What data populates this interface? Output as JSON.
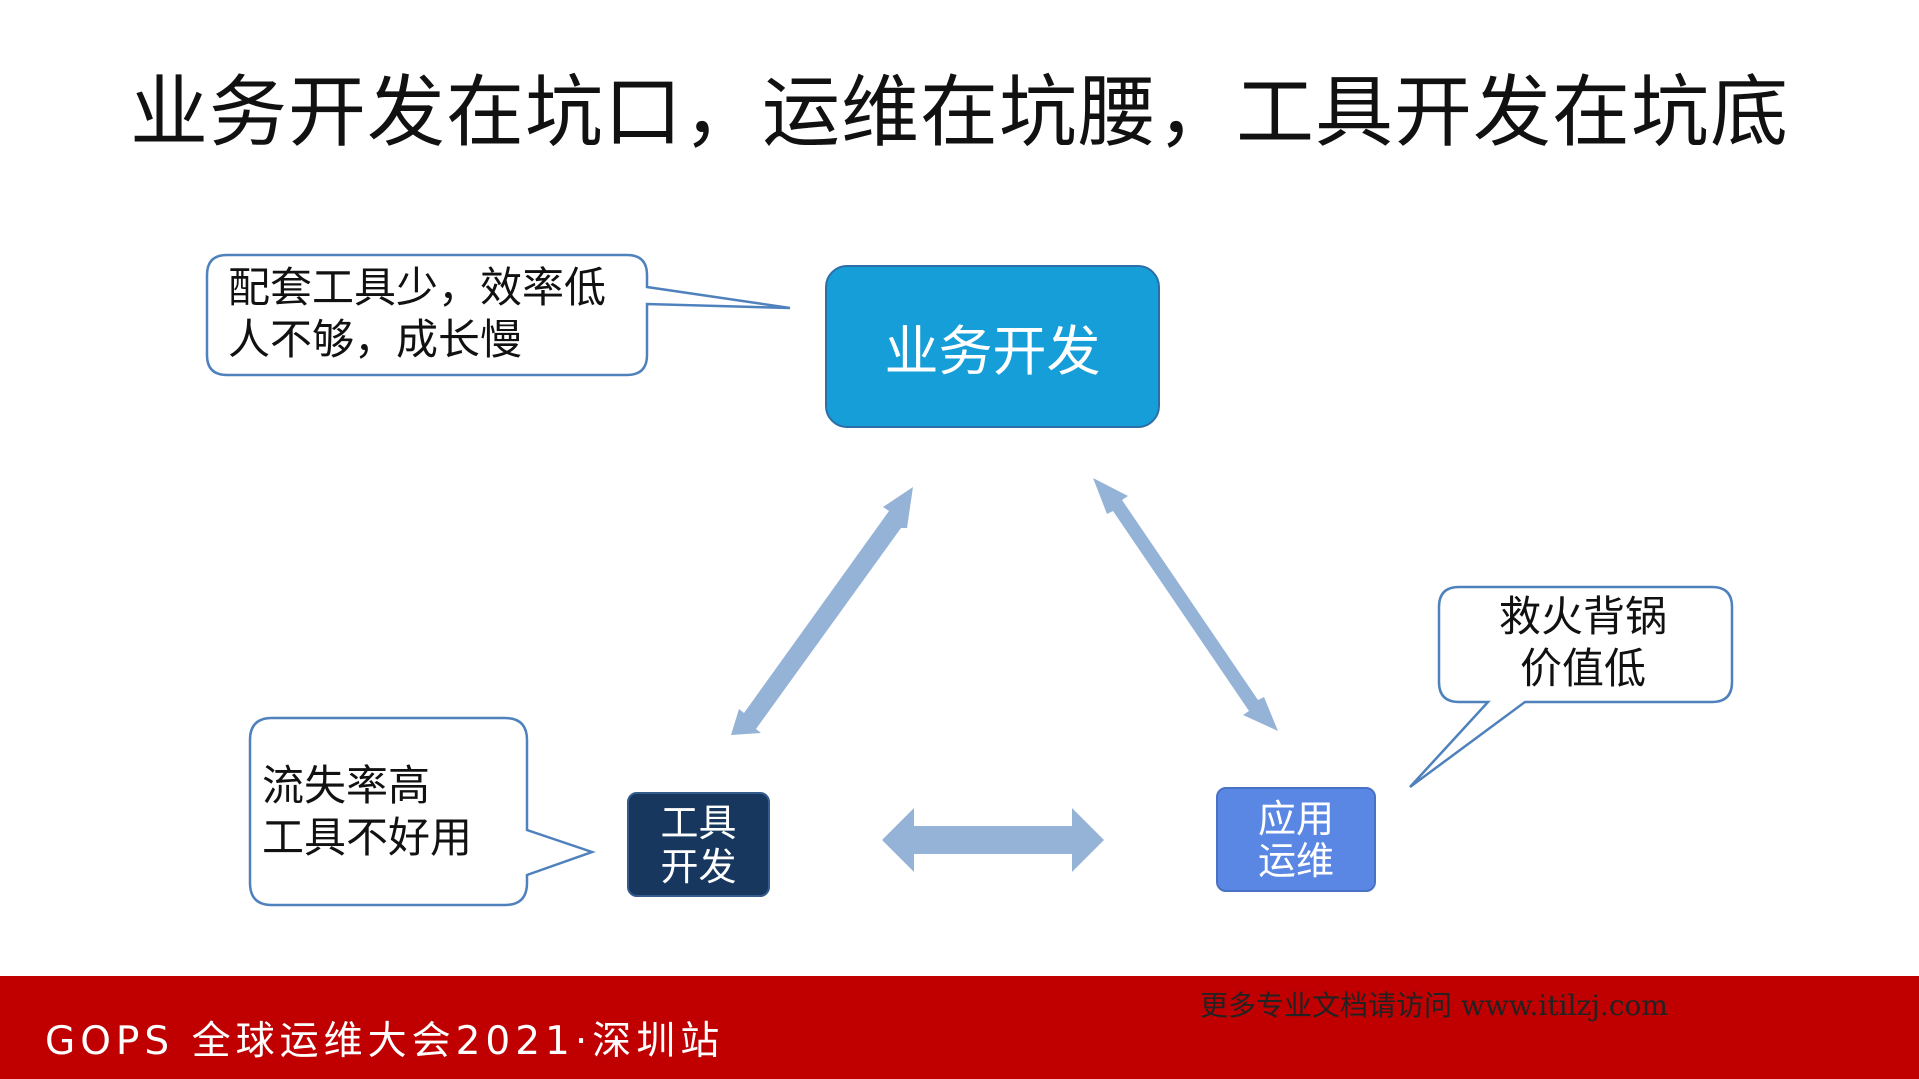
{
  "title": "业务开发在坑口，运维在坑腰，工具开发在坑底",
  "nodes": {
    "business_dev": "业务开发",
    "tool_dev": [
      "工具",
      "开发"
    ],
    "app_ops": [
      "应用",
      "运维"
    ]
  },
  "callouts": {
    "business_dev": [
      "配套工具少，效率低",
      "人不够，成长慢"
    ],
    "tool_dev": [
      "流失率高",
      "工具不好用"
    ],
    "app_ops": [
      "救火背锅",
      "价值低"
    ]
  },
  "footer": {
    "conference": "GOPS 全球运维大会2021·深圳站",
    "link_text": "更多专业文档请访问 www.itilzj.com"
  },
  "colors": {
    "business_dev": "#169ed8",
    "tool_dev": "#17375e",
    "app_ops": "#5a87e4",
    "arrow": "#95b3d7",
    "footer_bar": "#c00000"
  }
}
